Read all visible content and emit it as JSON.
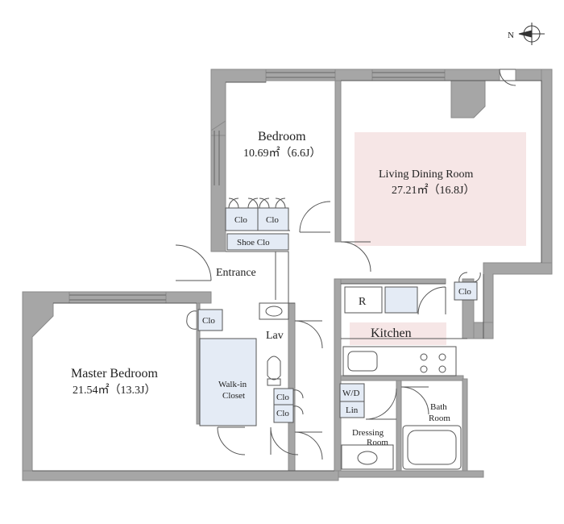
{
  "colors": {
    "wall": "#a6a6a6",
    "wall_edge": "#8a8a8a",
    "living_highlight": "#f6e6e6",
    "kitchen_highlight": "#f6e6e6",
    "storage_fill": "#e4ebf5",
    "line": "#555555"
  },
  "compass": {
    "label": "N",
    "icon": "compass-rose-icon"
  },
  "rooms": {
    "bedroom": {
      "name": "Bedroom",
      "area": "10.69㎡（6.6J）"
    },
    "living": {
      "name": "Living Dining Room",
      "area": "27.21㎡（16.8J）"
    },
    "master": {
      "name": "Master Bedroom",
      "area": "21.54㎡（13.3J）"
    },
    "entrance": {
      "name": "Entrance"
    },
    "kitchen": {
      "name": "Kitchen"
    },
    "lav": {
      "name": "Lav"
    },
    "walkin": {
      "line1": "Walk-in",
      "line2": "Closet"
    },
    "dressing": {
      "line1": "Dressing",
      "line2": "Room"
    },
    "bath": {
      "line1": "Bath",
      "line2": "Room"
    }
  },
  "storage": {
    "clo": "Clo",
    "shoe_clo": "Shoe Clo",
    "refrigerator": "R",
    "washer_dryer": "W/D",
    "linen": "Lin"
  }
}
